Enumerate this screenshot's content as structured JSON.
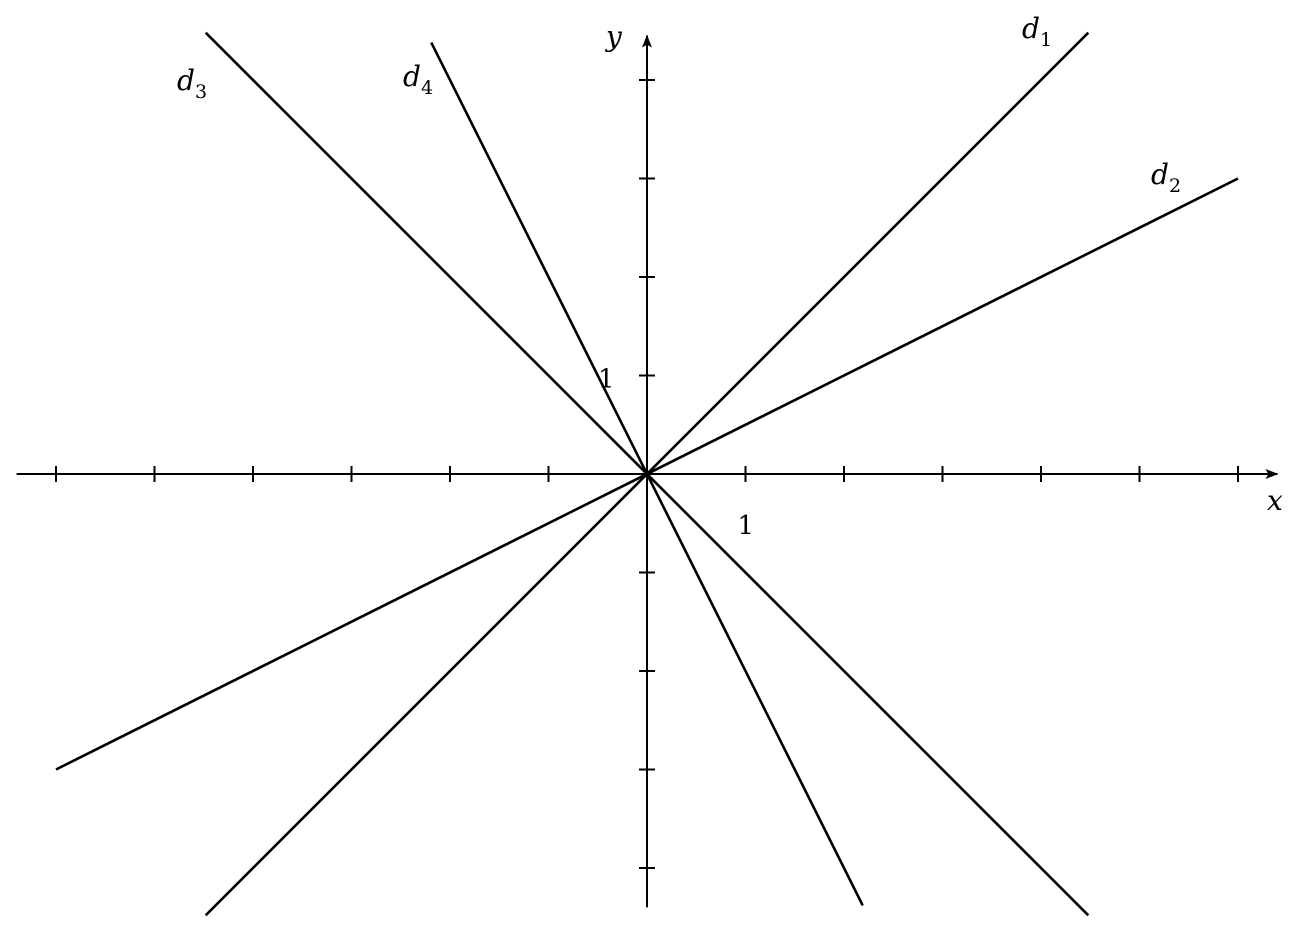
{
  "chart_data": {
    "type": "line",
    "title": "",
    "xlabel": "x",
    "ylabel": "y",
    "xlim": [
      -6.4,
      6.4
    ],
    "ylim": [
      -4.4,
      4.4
    ],
    "x_ticks": [
      -6,
      -5,
      -4,
      -3,
      -2,
      -1,
      1,
      2,
      3,
      4,
      5,
      6
    ],
    "y_ticks": [
      -4,
      -3,
      -2,
      -1,
      1,
      2,
      3,
      4
    ],
    "x_tick_label": "1",
    "y_tick_label": "1",
    "grid": false,
    "series": [
      {
        "name": "d",
        "sub": "1",
        "slope": 1,
        "x": [
          -4.48,
          4.48
        ],
        "y": [
          -4.48,
          4.48
        ]
      },
      {
        "name": "d",
        "sub": "2",
        "slope": 0.5,
        "x": [
          -6,
          6
        ],
        "y": [
          -3,
          3
        ]
      },
      {
        "name": "d",
        "sub": "3",
        "slope": -1,
        "x": [
          -4.48,
          4.48
        ],
        "y": [
          4.48,
          -4.48
        ]
      },
      {
        "name": "d",
        "sub": "4",
        "slope": -2,
        "x": [
          -2.19,
          2.19
        ],
        "y": [
          4.38,
          -4.38
        ]
      }
    ]
  }
}
